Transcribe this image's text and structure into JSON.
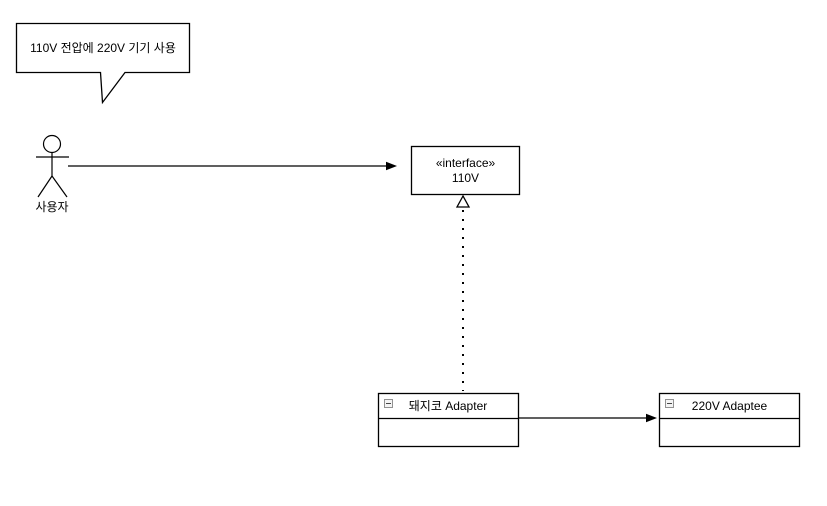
{
  "diagram": {
    "background_color": "#ffffff",
    "stroke_color": "#000000",
    "note": {
      "text": "110V 전압에 220V 기기 사용",
      "shape": "speech-bubble-with-tail"
    },
    "actor": {
      "label": "사용자",
      "shape": "uml-stick-figure"
    },
    "interface_box": {
      "stereotype": "«interface»",
      "name": "110V"
    },
    "adapter_box": {
      "name": "돼지코 Adapter",
      "icon": "collapse-minus-icon",
      "compartments": 2
    },
    "adaptee_box": {
      "name": "220V Adaptee",
      "icon": "collapse-minus-icon",
      "compartments": 2
    },
    "edges": [
      {
        "type": "directed-association",
        "from": "actor",
        "to": "interface_box",
        "line": "solid",
        "arrowhead": "filled"
      },
      {
        "type": "realization",
        "from": "adapter_box",
        "to": "interface_box",
        "line": "dotted",
        "arrowhead": "hollow-triangle"
      },
      {
        "type": "directed-association",
        "from": "adapter_box",
        "to": "adaptee_box",
        "line": "solid",
        "arrowhead": "filled"
      }
    ]
  }
}
